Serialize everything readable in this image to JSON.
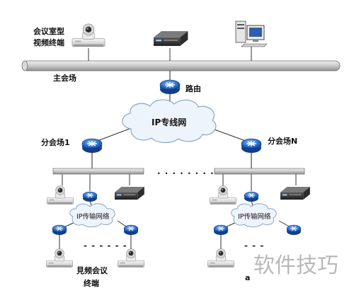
{
  "labels": {
    "conf_room_terminal": [
      "会议室型",
      "视频终端"
    ],
    "main_venue": "主会场",
    "router": "路由",
    "ip_private_network": "IP专线网",
    "branch_1": "分会场1",
    "branch_n": "分会场N",
    "ip_transport_net": "IP传输网络",
    "video_terminal": [
      "見频会议",
      "终端"
    ],
    "ellipsis": "……",
    "partial_char": "a"
  },
  "watermark": "软件技巧",
  "colors": {
    "router_blue": "#2a6fd1",
    "cloud_fill": "#eef4fb",
    "cloud_stroke": "#8aa6c8",
    "line": "#333333"
  }
}
